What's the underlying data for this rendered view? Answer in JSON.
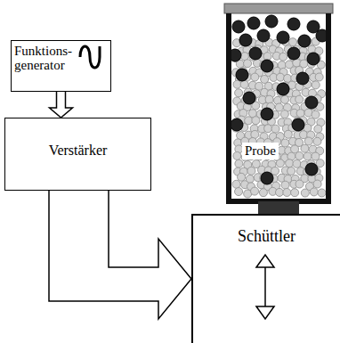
{
  "diagram": {
    "nodes": [
      {
        "text": [
          "Funktions- generator"
        ]
      },
      {
        "text": [
          "Verstärker"
        ]
      },
      {
        "text": [
          "Schüttler"
        ]
      }
    ],
    "edges": [
      {
        "from": 0,
        "to": 1,
        "arrow": "to"
      },
      {
        "from": 1,
        "to": 2,
        "arrow": "to"
      }
    ],
    "labels": [
      "Probe"
    ]
  }
}
